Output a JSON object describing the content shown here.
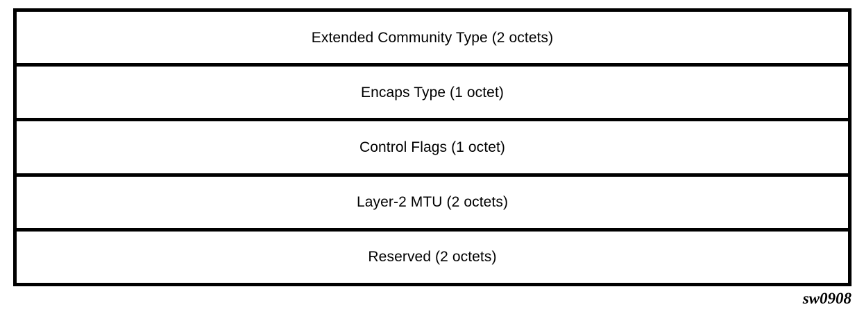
{
  "figure": {
    "code": "sw0908",
    "background_color": "#ffffff",
    "border_color": "#000000",
    "text_color": "#000000"
  },
  "packet_format": {
    "rows": [
      {
        "label": "Extended Community Type (2 octets)",
        "field": "Extended Community Type",
        "size": "2 octets"
      },
      {
        "label": "Encaps Type (1 octet)",
        "field": "Encaps Type",
        "size": "1 octet"
      },
      {
        "label": "Control Flags (1 octet)",
        "field": "Control Flags",
        "size": "1 octet"
      },
      {
        "label": "Layer-2 MTU (2 octets)",
        "field": "Layer-2 MTU",
        "size": "2 octets"
      },
      {
        "label": "Reserved (2 octets)",
        "field": "Reserved",
        "size": "2 octets"
      }
    ]
  }
}
